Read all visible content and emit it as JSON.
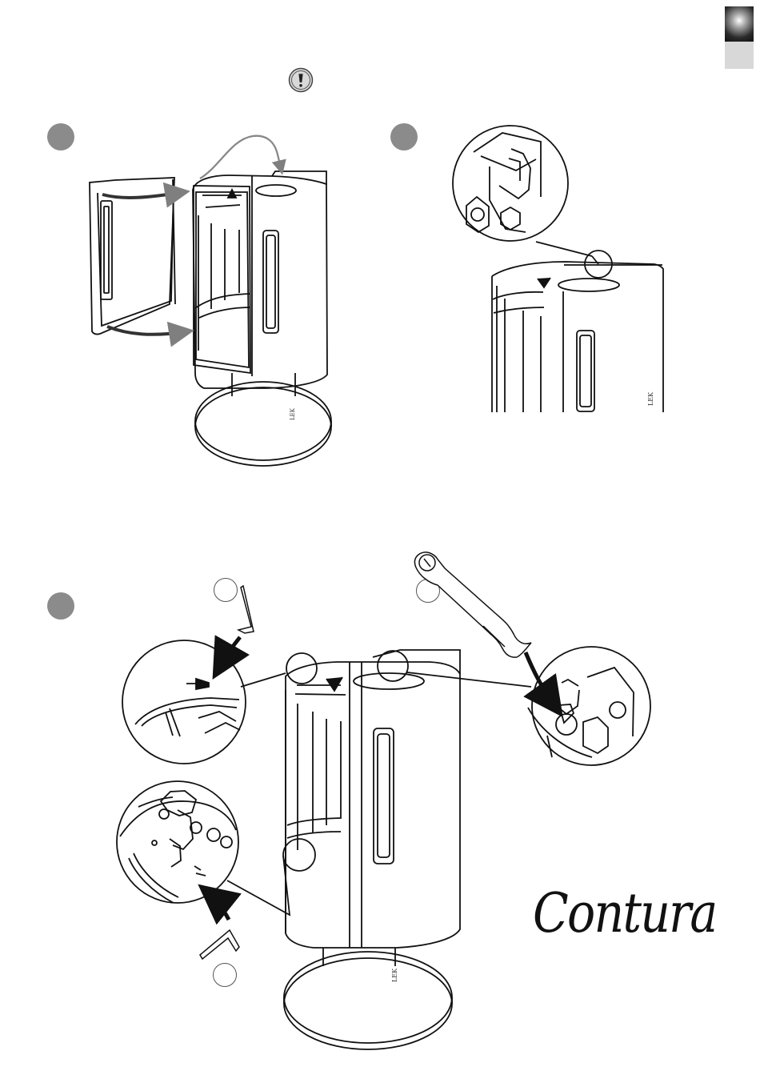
{
  "document": {
    "brand": "Contura",
    "stove_model_mark": "LEK"
  },
  "icons": {
    "corner_tab": "section-tab-icon",
    "warning": "exclamation-warning-icon",
    "steps": [
      "step-1-marker",
      "step-2-marker",
      "step-3-marker"
    ]
  },
  "colors": {
    "line": "#111111",
    "soft_gray": "#8b8b8b",
    "panel_gray": "#d8d8d8",
    "arrow_gray": "#7f7f7f"
  }
}
